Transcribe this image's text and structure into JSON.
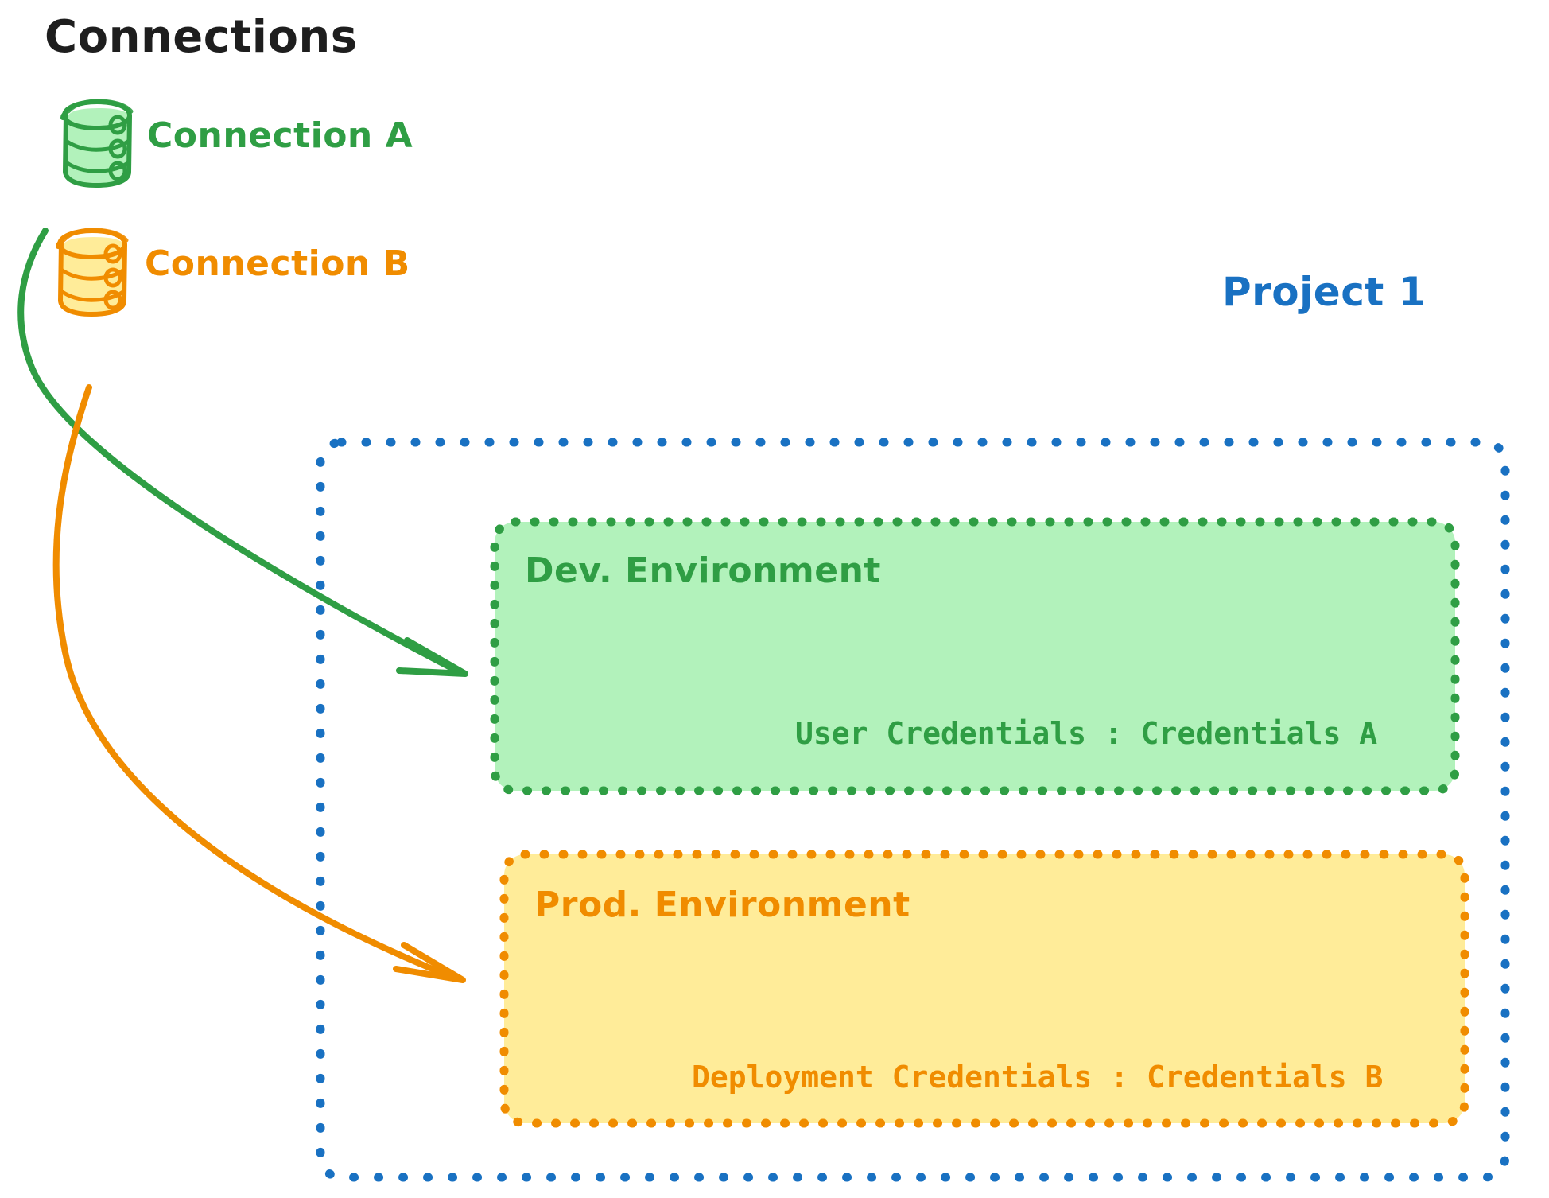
{
  "diagram": {
    "title": "Connections",
    "connections": [
      {
        "id": "connection-a",
        "label": "Connection A",
        "icon": "database-cylinder-icon",
        "color": "#2f9e44",
        "fill": "#b2f2bb",
        "targets_environment": "dev-environment"
      },
      {
        "id": "connection-b",
        "label": "Connection B",
        "icon": "database-cylinder-icon",
        "color": "#f08c00",
        "fill": "#ffec99",
        "targets_environment": "prod-environment"
      }
    ],
    "project": {
      "label": "Project 1",
      "color": "#1971c2",
      "border_style": "dotted",
      "environments": [
        {
          "id": "dev-environment",
          "title": "Dev. Environment",
          "credential_label": "User Credentials",
          "credential_separator": ":",
          "credential_value": "Credentials A",
          "credential_line": "User Credentials : Credentials A",
          "stroke": "#2f9e44",
          "fill": "#b2f2bb",
          "border_style": "dotted"
        },
        {
          "id": "prod-environment",
          "title": "Prod. Environment",
          "credential_label": "Deployment Credentials",
          "credential_separator": ":",
          "credential_value": "Credentials B",
          "credential_line": "Deployment Credentials : Credentials B",
          "stroke": "#f08c00",
          "fill": "#ffec99",
          "border_style": "dotted"
        }
      ]
    },
    "arrows": [
      {
        "id": "arrow-connection-a-to-dev",
        "from": "connection-a",
        "to": "dev-environment",
        "color": "#2f9e44"
      },
      {
        "id": "arrow-connection-b-to-prod",
        "from": "connection-b",
        "to": "prod-environment",
        "color": "#f08c00"
      }
    ],
    "colors": {
      "title_text": "#1e1e1e",
      "green_stroke": "#2f9e44",
      "green_fill": "#b2f2bb",
      "orange_stroke": "#f08c00",
      "orange_fill": "#ffec99",
      "blue_stroke": "#1971c2",
      "background": "#ffffff"
    }
  }
}
